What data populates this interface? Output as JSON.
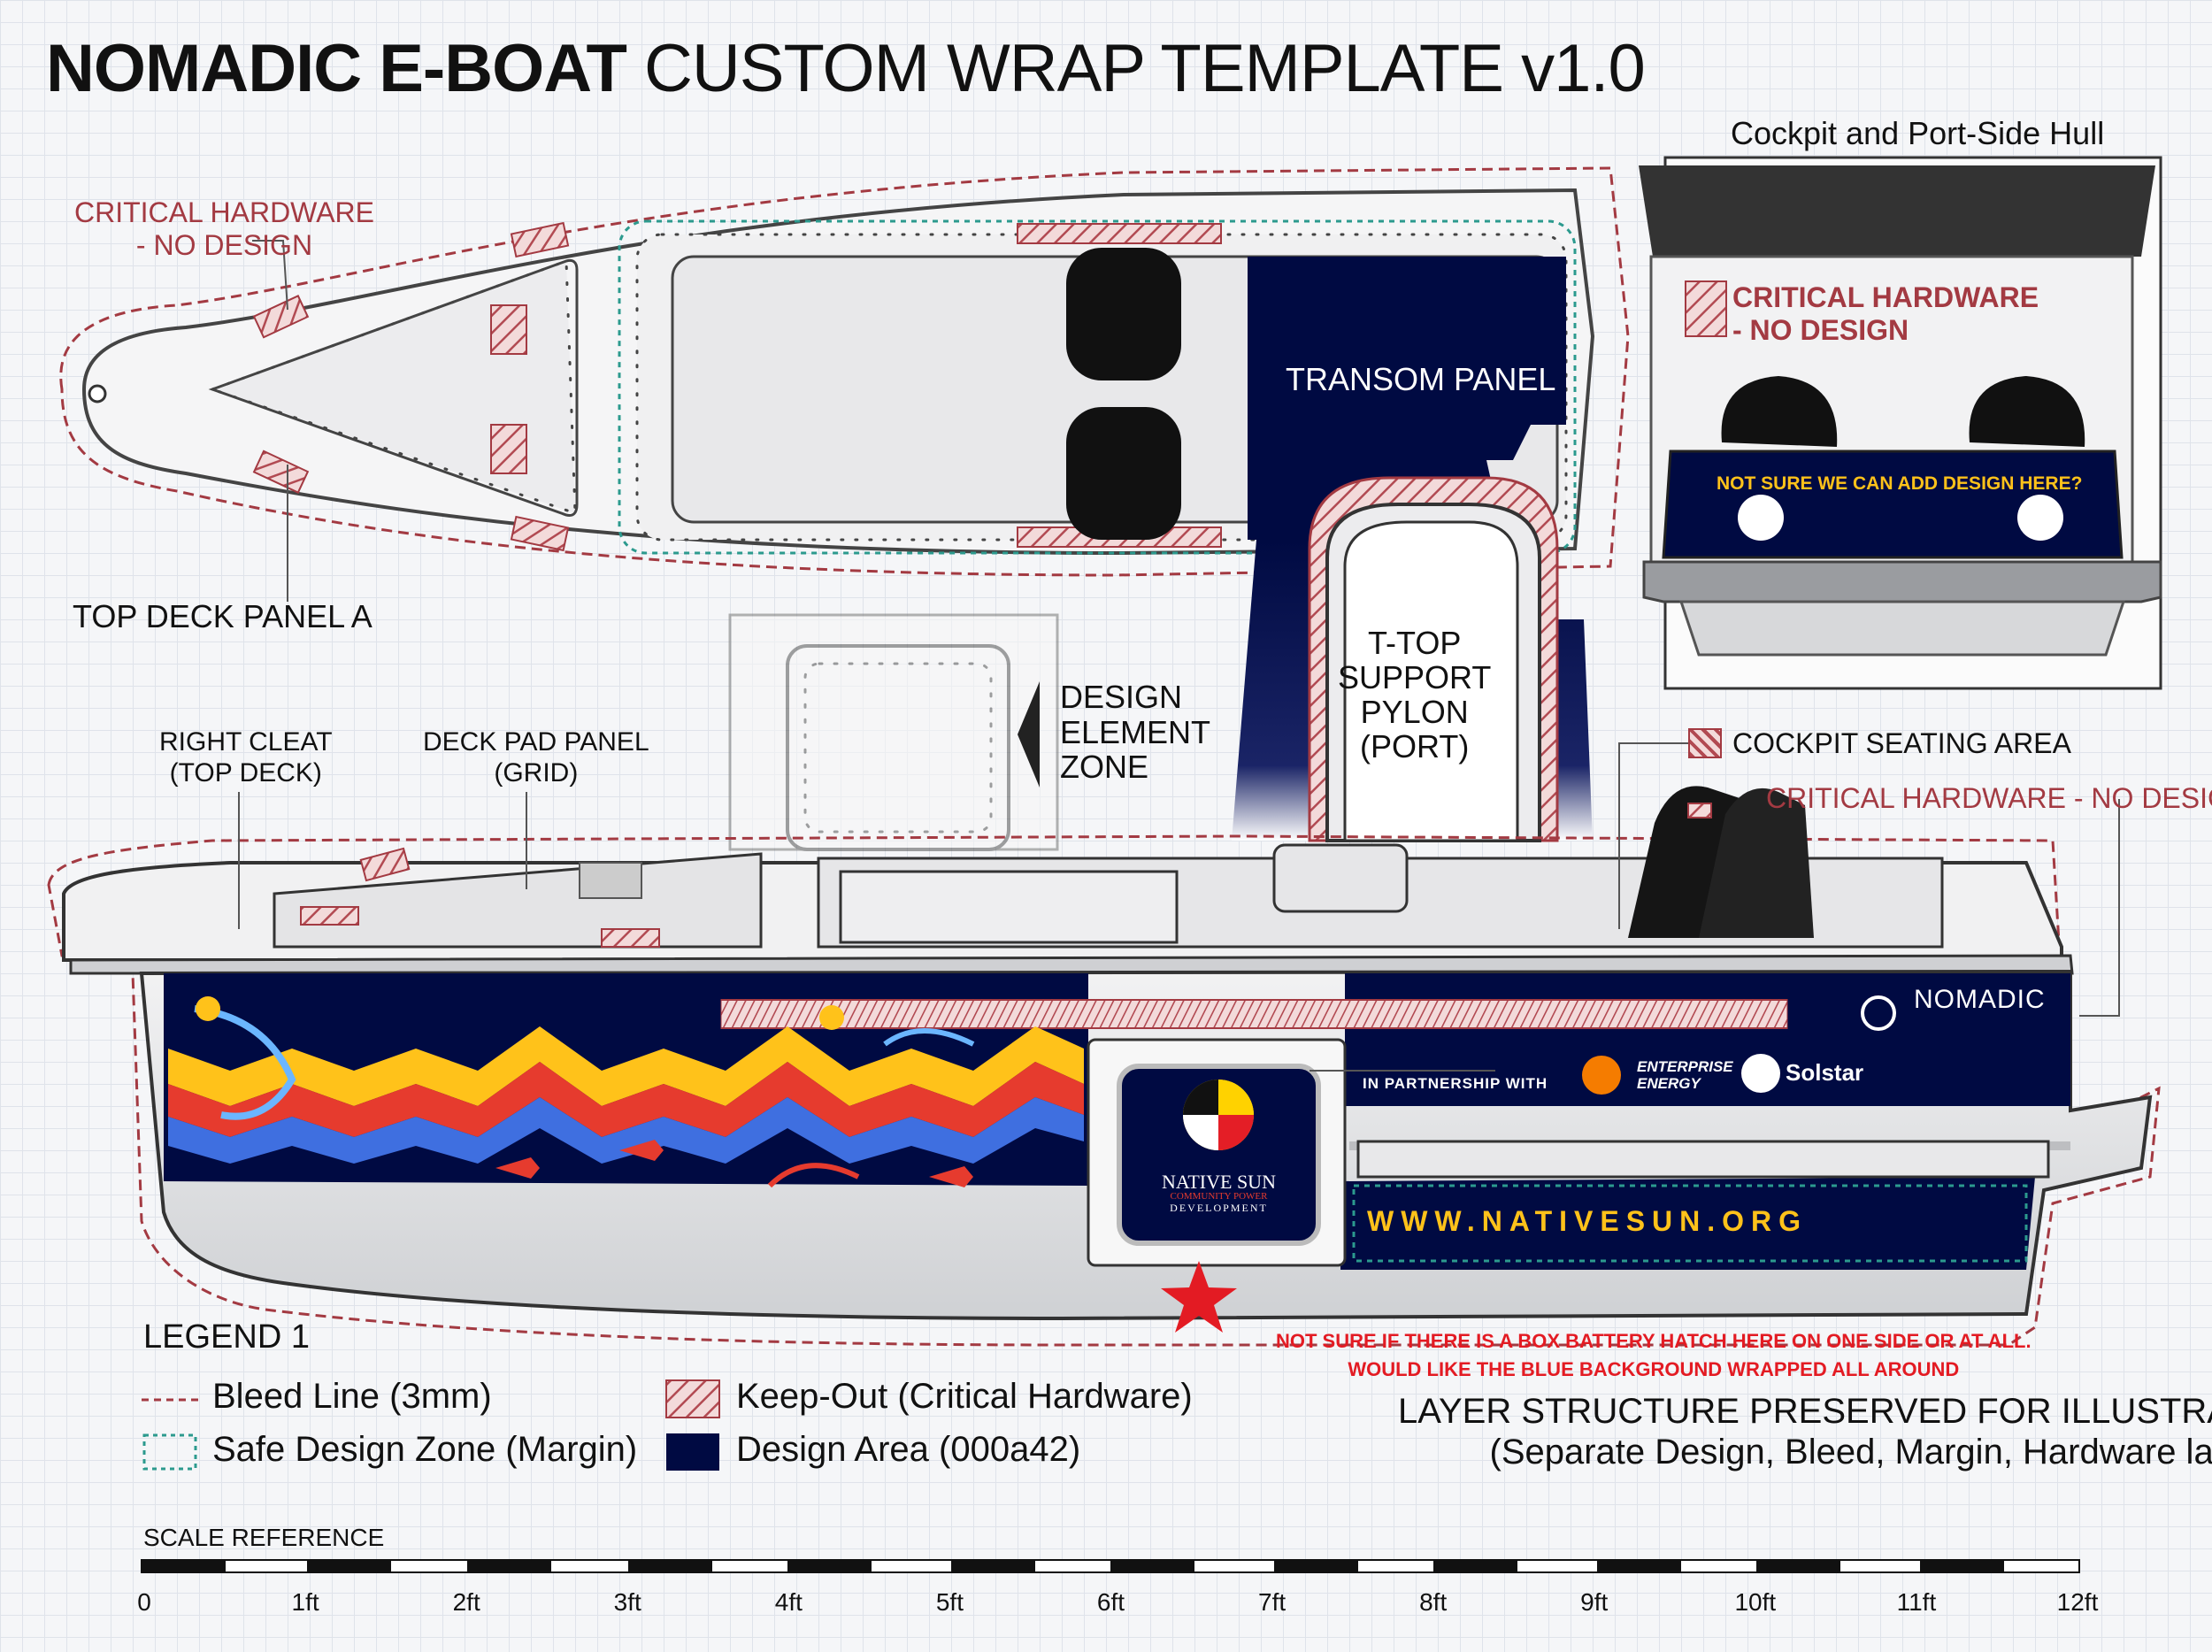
{
  "title": {
    "bold": "NOMADIC E-BOAT",
    "rest": "CUSTOM WRAP TEMPLATE v1.0"
  },
  "labels": {
    "critical_top": [
      "CRITICAL HARDWARE",
      "- NO DESIGN"
    ],
    "top_deck_panel": "TOP DECK PANEL A",
    "transom": "TRANSOM PANEL",
    "ttop": [
      "T-TOP",
      "SUPPORT",
      "PYLON",
      "(PORT)"
    ],
    "design_zone": [
      "DESIGN",
      "ELEMENT",
      "ZONE"
    ],
    "right_cleat": [
      "RIGHT CLEAT",
      "(TOP DECK)"
    ],
    "deck_pad": [
      "DECK PAD PANEL",
      "(GRID)"
    ],
    "cockpit_seating": "COCKPIT SEATING AREA",
    "critical_side": "CRITICAL HARDWARE - NO DESIGN"
  },
  "inset": {
    "title": "Cockpit and Port-Side Hull",
    "critical": [
      "CRITICAL HARDWARE",
      "- NO DESIGN"
    ],
    "note": "NOT SURE WE CAN ADD DESIGN HERE?"
  },
  "hull": {
    "partnership": "IN PARTNERSHIP WITH",
    "enterprise": [
      "ENTERPRISE",
      "ENERGY"
    ],
    "solstar": "Solstar",
    "nomadic": "NOMADIC",
    "website": "WWW.NATIVESUN.ORG",
    "native_sun": [
      "NATIVE SUN",
      "COMMUNITY POWER",
      "DEVELOPMENT"
    ]
  },
  "notes": {
    "battery": [
      "NOT SURE IF THERE IS A BOX BATTERY HATCH HERE ON ONE SIDE OR AT ALL.",
      "WOULD LIKE THE BLUE BACKGROUND WRAPPED ALL AROUND"
    ],
    "layers": [
      "LAYER STRUCTURE PRESERVED FOR ILLUSTRATOR",
      "(Separate Design, Bleed, Margin, Hardware layers)."
    ]
  },
  "legend": {
    "title": "LEGEND 1",
    "items": [
      {
        "label": "Bleed Line (3mm)",
        "kind": "bleed"
      },
      {
        "label": "Safe Design Zone (Margin)",
        "kind": "safe"
      },
      {
        "label": "Keep-Out (Critical Hardware)",
        "kind": "keepout"
      },
      {
        "label": "Design Area (000a42)",
        "kind": "design"
      }
    ]
  },
  "scale": {
    "title": "SCALE REFERENCE",
    "ticks": [
      "0",
      "1ft",
      "2ft",
      "3ft",
      "4ft",
      "5ft",
      "6ft",
      "7ft",
      "8ft",
      "9ft",
      "10ft",
      "11ft",
      "12ft"
    ]
  },
  "colors": {
    "design": "#000a42",
    "bleed": "#a33a42",
    "safe": "#2c9a8e",
    "alert": "#e31b23",
    "hull": "#e9eaec"
  }
}
